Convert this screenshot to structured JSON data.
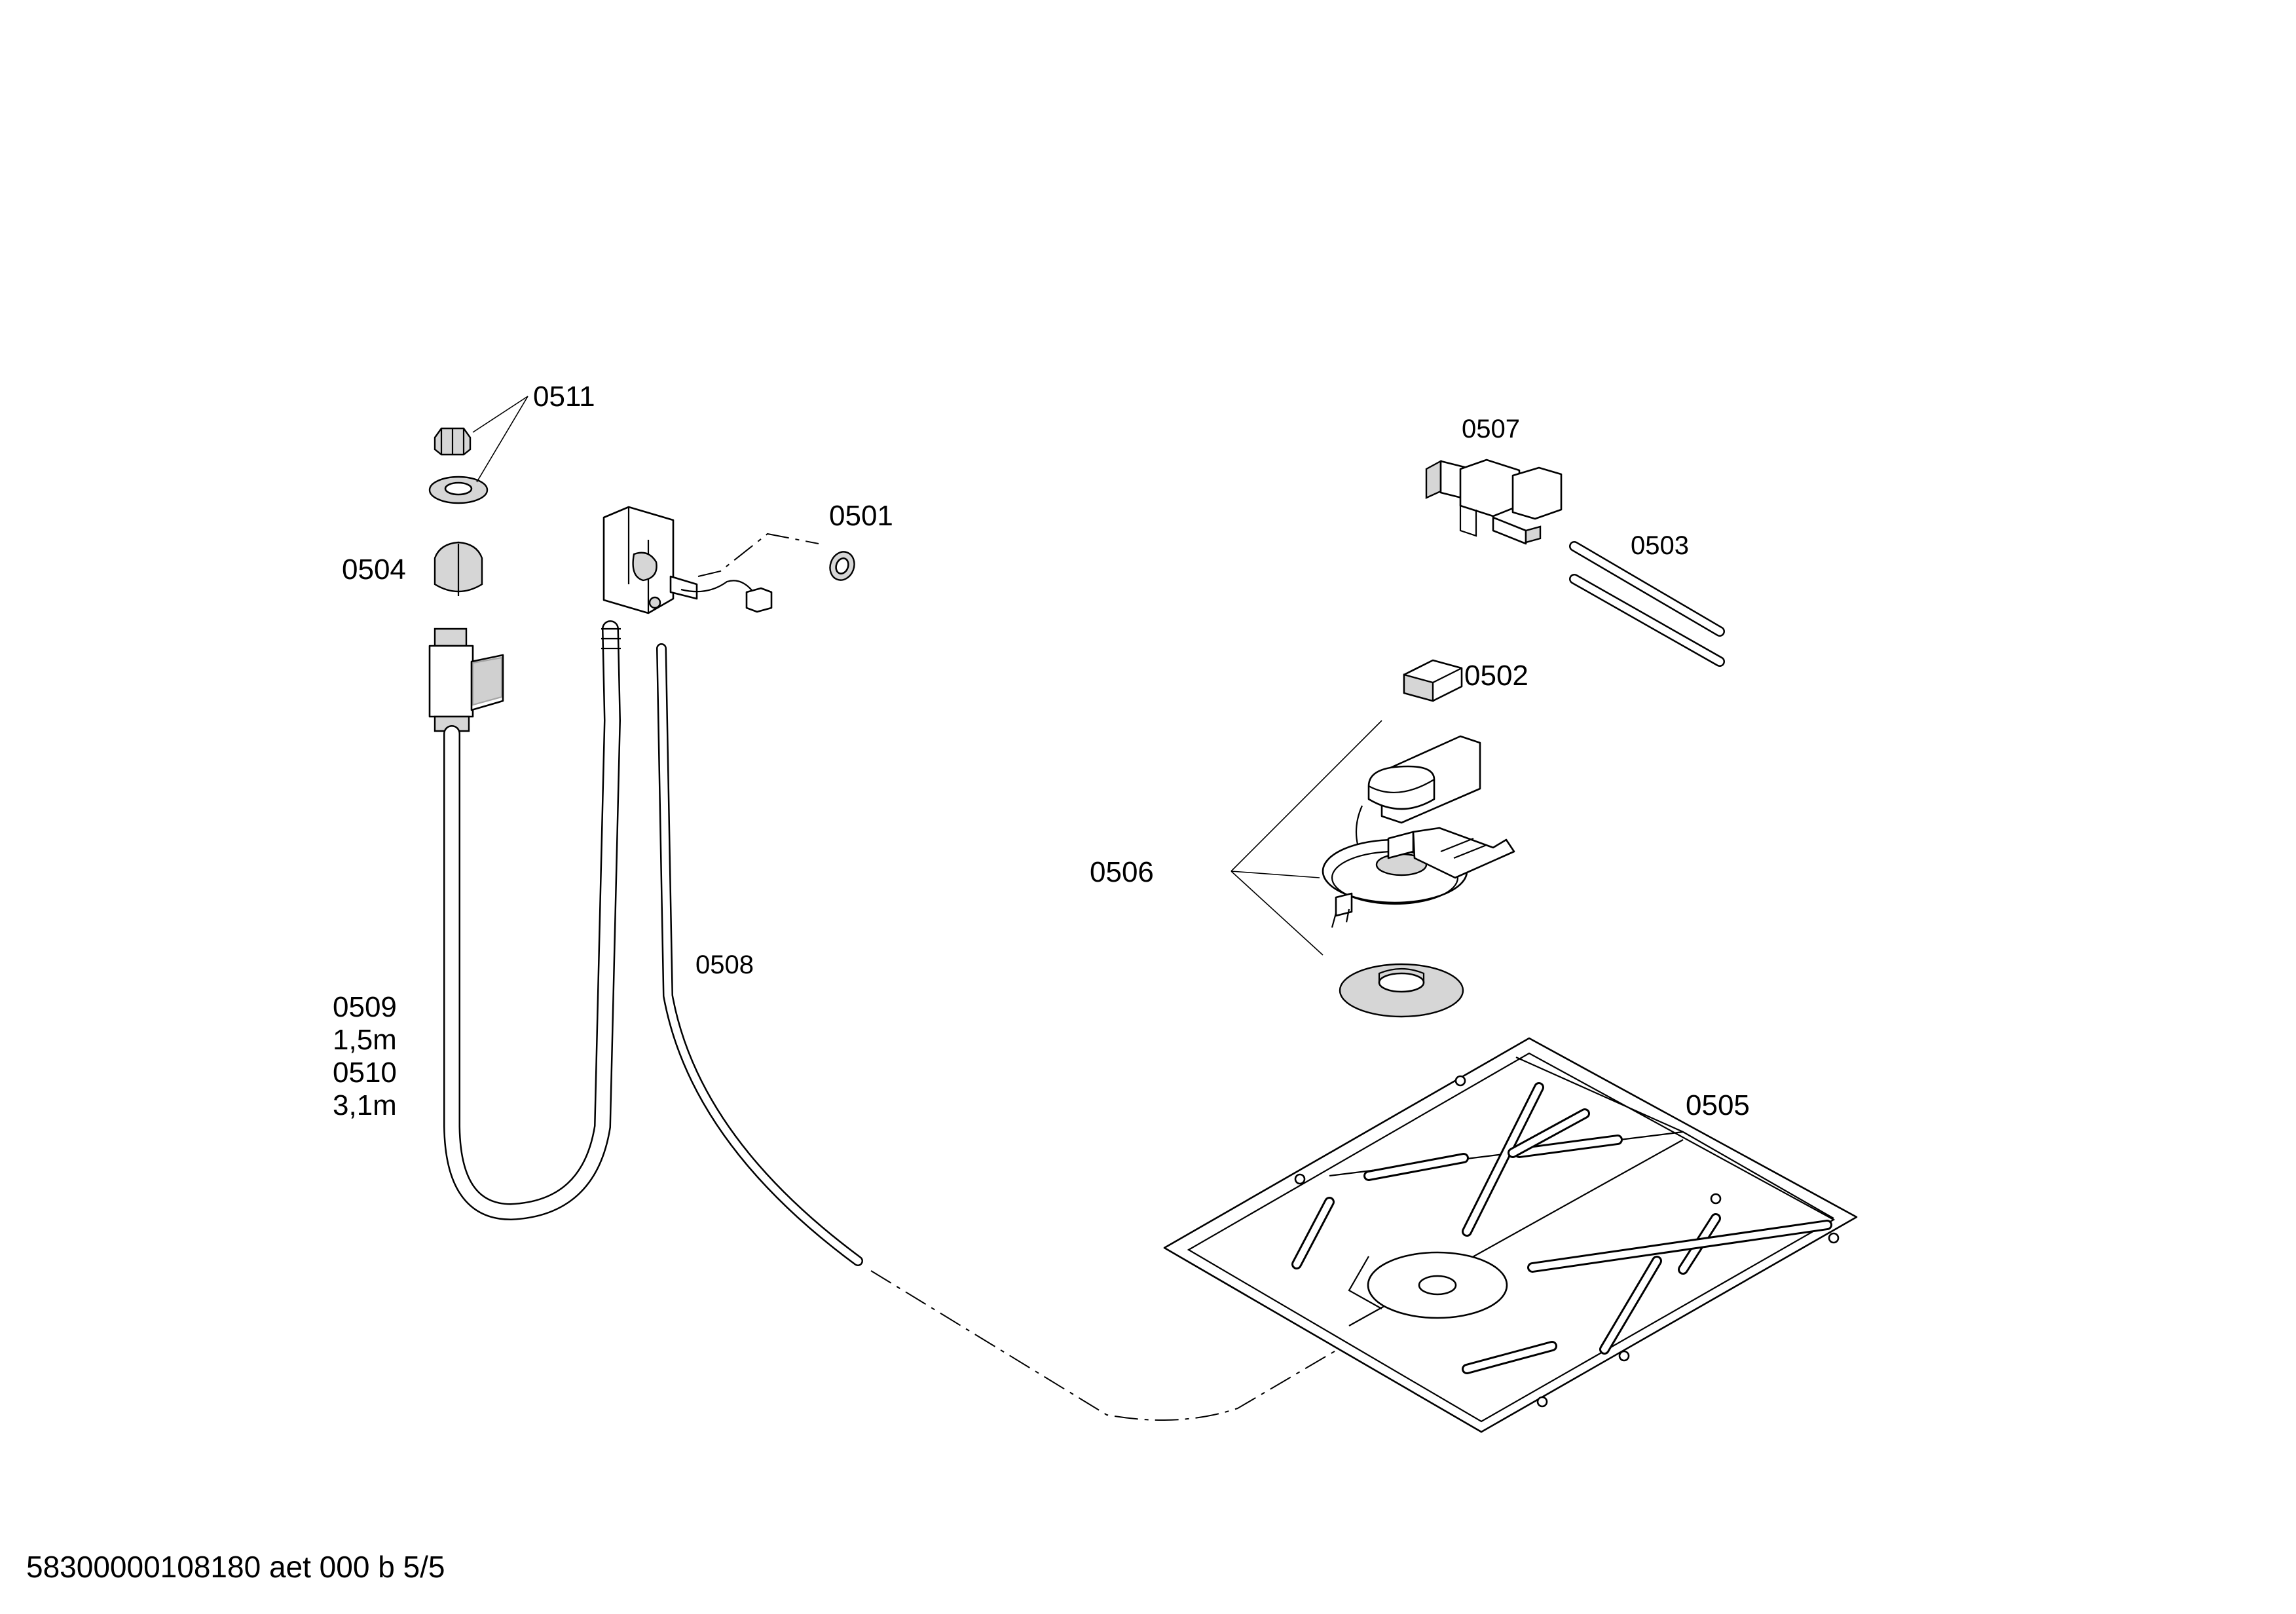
{
  "labels": {
    "p0511": "0511",
    "p0501": "0501",
    "p0504": "0504",
    "p0507": "0507",
    "p0503": "0503",
    "p0502": "0502",
    "p0506": "0506",
    "p0508": "0508",
    "p0509": "0509",
    "len_1_5": "1,5m",
    "p0510": "0510",
    "len_3_1": "3,1m",
    "p0505": "0505"
  },
  "footer": "58300000108180 aet 000 b 5/5"
}
